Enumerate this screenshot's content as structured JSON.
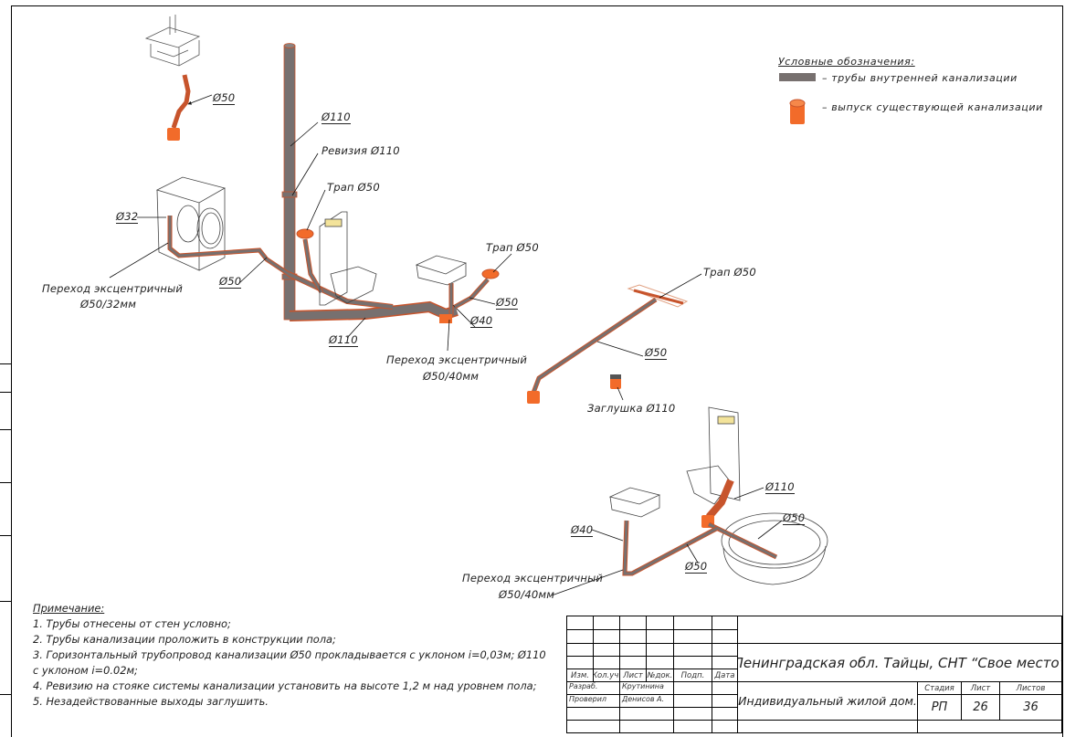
{
  "legend": {
    "title": "Условные обозначения:",
    "items": [
      {
        "symbol": "pipe-gray",
        "label": "– трубы внутренней канализации",
        "color": "#77706f"
      },
      {
        "symbol": "outlet-orange",
        "label": "– выпуск существующей канализации",
        "color": "#f26b2a"
      }
    ]
  },
  "callouts": {
    "sink_top_d50": "Ø50",
    "riser_d110": "Ø110",
    "revision_d110": "Ревизия Ø110",
    "trap1_d50": "Трап Ø50",
    "washer_d32": "Ø32",
    "washer_d50": "Ø50",
    "washer_transition_1": "Переход эксцентричный",
    "washer_transition_2": "Ø50/32мм",
    "main_d110": "Ø110",
    "trap2_d50": "Трап Ø50",
    "trap2_pipe_d50": "Ø50",
    "sink_d40": "Ø40",
    "transition_mid_1": "Переход эксцентричный",
    "transition_mid_2": "Ø50/40мм",
    "trap3_d50": "Трап Ø50",
    "trap3_pipe_d50": "Ø50",
    "plug_d110": "Заглушка Ø110",
    "wc2_d110": "Ø110",
    "bath_d50": "Ø50",
    "sink2_d40": "Ø40",
    "bottom_pipe_d50": "Ø50",
    "transition_bot_1": "Переход эксцентричный",
    "transition_bot_2": "Ø50/40мм"
  },
  "notes": {
    "title": "Примечание:",
    "lines": [
      "1. Трубы отнесены от стен условно;",
      "2. Трубы канализации проложить в конструкции пола;",
      "3. Горизонтальный трубопровод канализации Ø50 прокладывается с уклоном i=0,03м; Ø110",
      "с уклоном i=0.02м;",
      "4. Ревизию на стояке системы канализации установить на высоте 1,2 м над уровнем пола;",
      "5. Незадействованные выходы заглушить."
    ]
  },
  "stamp": {
    "cols": [
      "Изм.",
      "Кол.уч.",
      "Лист",
      "№док.",
      "Подп.",
      "Дата"
    ],
    "developed_label": "Разраб.",
    "developed_name": "Крутинина",
    "checked_label": "Проверил",
    "checked_name": "Денисов А.",
    "address": "Ленинградская обл. Тайцы, СНТ “Свое место”",
    "object": "Индивидуальный жилой дом.",
    "stage_label": "Стадия",
    "sheet_label": "Лист",
    "sheets_label": "Листов",
    "stage": "РП",
    "sheet": "26",
    "sheets": "36"
  }
}
